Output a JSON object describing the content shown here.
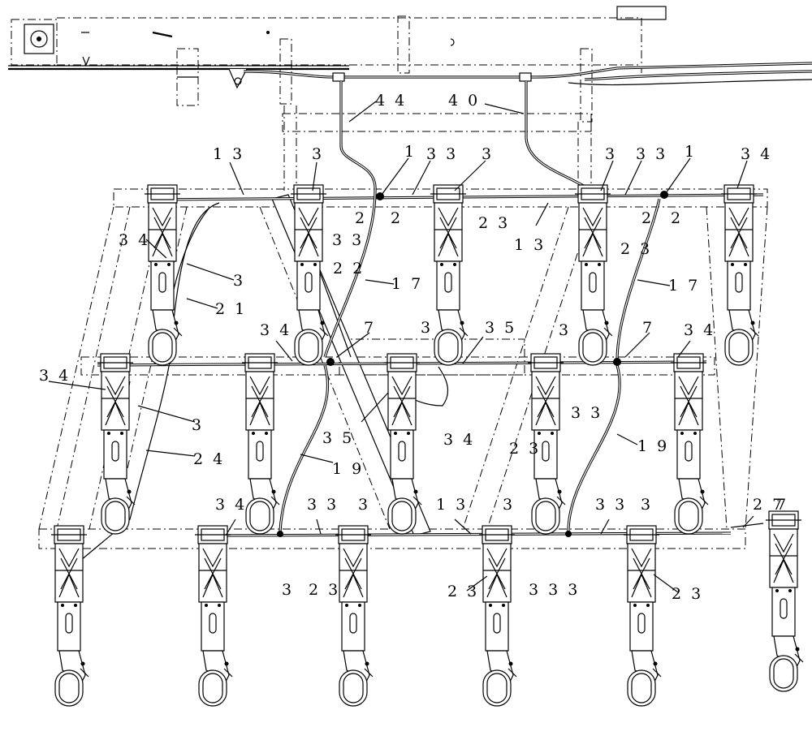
{
  "labels": [
    {
      "id": "l44",
      "text": "4 4"
    },
    {
      "id": "l40",
      "text": "4 0"
    },
    {
      "id": "l13a",
      "text": "1 3"
    },
    {
      "id": "l3a",
      "text": "3"
    },
    {
      "id": "l1a",
      "text": "1"
    },
    {
      "id": "l33a",
      "text": "3 3"
    },
    {
      "id": "l3b",
      "text": "3"
    },
    {
      "id": "l3c",
      "text": "3"
    },
    {
      "id": "l33b",
      "text": "3 3"
    },
    {
      "id": "l1b",
      "text": "1"
    },
    {
      "id": "l34a",
      "text": "3 4"
    },
    {
      "id": "l2a",
      "text": "2"
    },
    {
      "id": "l2b",
      "text": "2"
    },
    {
      "id": "l2c",
      "text": "2"
    },
    {
      "id": "l2d",
      "text": "2"
    },
    {
      "id": "l23a",
      "text": "2 3"
    },
    {
      "id": "l13b",
      "text": "1 3"
    },
    {
      "id": "l34b",
      "text": "3 4"
    },
    {
      "id": "l33c",
      "text": "3 3"
    },
    {
      "id": "l22",
      "text": "2 2"
    },
    {
      "id": "l23b",
      "text": "2 3"
    },
    {
      "id": "l3d",
      "text": "3"
    },
    {
      "id": "l17a",
      "text": "1 7"
    },
    {
      "id": "l17b",
      "text": "1 7"
    },
    {
      "id": "l21",
      "text": "2 1"
    },
    {
      "id": "l34c",
      "text": "3 4"
    },
    {
      "id": "l7a",
      "text": "7"
    },
    {
      "id": "l3e",
      "text": "3"
    },
    {
      "id": "l35a",
      "text": "3 5"
    },
    {
      "id": "l3f",
      "text": "3"
    },
    {
      "id": "l7b",
      "text": "7"
    },
    {
      "id": "l34d",
      "text": "3 4"
    },
    {
      "id": "l34e",
      "text": "3 4"
    },
    {
      "id": "l3g",
      "text": "3"
    },
    {
      "id": "l33d",
      "text": "3 3"
    },
    {
      "id": "l35b",
      "text": "3 5"
    },
    {
      "id": "l34f",
      "text": "3 4"
    },
    {
      "id": "l23c",
      "text": "2 3"
    },
    {
      "id": "l24",
      "text": "2 4"
    },
    {
      "id": "l19a",
      "text": "1 9"
    },
    {
      "id": "l19b",
      "text": "1 9"
    },
    {
      "id": "l34g",
      "text": "3 4"
    },
    {
      "id": "l33e",
      "text": "3 3"
    },
    {
      "id": "l3h",
      "text": "3"
    },
    {
      "id": "l13c",
      "text": "1 3"
    },
    {
      "id": "l3i",
      "text": "3"
    },
    {
      "id": "l33f",
      "text": "3 3"
    },
    {
      "id": "l3j",
      "text": "3"
    },
    {
      "id": "l27",
      "text": "2 7"
    },
    {
      "id": "l7c",
      "text": "7"
    },
    {
      "id": "l3k",
      "text": "3"
    },
    {
      "id": "l23d",
      "text": "2 3"
    },
    {
      "id": "l23e",
      "text": "2 3"
    },
    {
      "id": "l333",
      "text": "3 3 3"
    },
    {
      "id": "l23f",
      "text": "2 3"
    }
  ]
}
